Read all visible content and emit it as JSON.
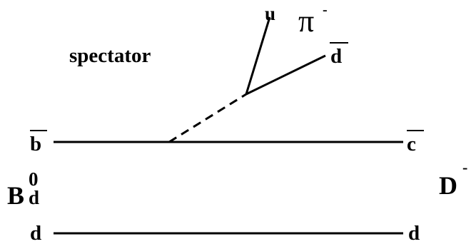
{
  "labels": {
    "spectator": "spectator",
    "quark_u": "u",
    "pion": "π",
    "pion_charge": "-",
    "quark_dbar_top": "d",
    "quark_bbar": "b",
    "quark_cbar": "c",
    "meson_B": "B",
    "meson_B_sup": "0",
    "meson_B_sub": "d",
    "meson_D": "D",
    "meson_D_charge": "-",
    "quark_d_left": "d",
    "quark_d_right": "d"
  }
}
